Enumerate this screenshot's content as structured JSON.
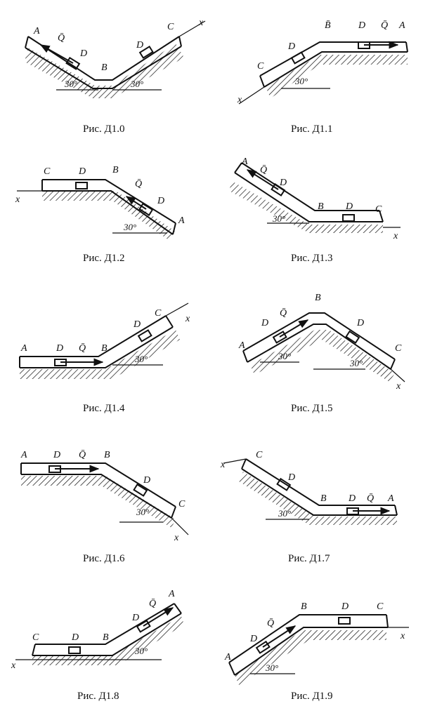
{
  "figures": [
    {
      "caption": "Рис. Д1.0",
      "labels": {
        "A": "A",
        "Q": "Q̄",
        "D1": "D",
        "B": "B",
        "D2": "D",
        "C": "C",
        "X": "x"
      },
      "angles": [
        "30°",
        "30°"
      ]
    },
    {
      "caption": "Рис. Д1.1",
      "labels": {
        "C": "C",
        "D1": "D",
        "B": "B̄",
        "D2": "D",
        "Q": "Q̄",
        "A": "A",
        "X": "x"
      },
      "angles": [
        "30°"
      ]
    },
    {
      "caption": "Рис. Д1.2",
      "labels": {
        "C": "C",
        "D1": "D",
        "B": "B",
        "Q": "Q̄",
        "D2": "D",
        "A": "A",
        "X": "x"
      },
      "angles": [
        "30°"
      ]
    },
    {
      "caption": "Рис. Д1.3",
      "labels": {
        "A": "A",
        "Q": "Q̄",
        "D1": "D",
        "B": "B",
        "D2": "D",
        "C": "C",
        "X": "x"
      },
      "angles": [
        "30°"
      ]
    },
    {
      "caption": "Рис. Д1.4",
      "labels": {
        "A": "A",
        "D1": "D",
        "Q": "Q̄",
        "B": "B",
        "D2": "D",
        "C": "C",
        "X": "x"
      },
      "angles": [
        "30°"
      ]
    },
    {
      "caption": "Рис. Д1.5",
      "labels": {
        "A": "A",
        "D1": "D",
        "Q": "Q̄",
        "B": "B",
        "D2": "D",
        "C": "C",
        "X": "x"
      },
      "angles": [
        "30°",
        "30°"
      ]
    },
    {
      "caption": "Рис. Д1.6",
      "labels": {
        "A": "A",
        "D1": "D",
        "Q": "Q̄",
        "B": "B",
        "D2": "D",
        "C": "C",
        "X": "x"
      },
      "angles": [
        "30°"
      ]
    },
    {
      "caption": "Рис. Д1.7",
      "labels": {
        "C": "C",
        "D1": "D",
        "B": "B",
        "D2": "D",
        "Q": "Q̄",
        "A": "A",
        "X": "x"
      },
      "angles": [
        "30°"
      ]
    },
    {
      "caption": "Рис. Д1.8",
      "labels": {
        "C": "C",
        "D1": "D",
        "B": "B",
        "D2": "D",
        "Q": "Q̄",
        "A": "A",
        "X": "x"
      },
      "angles": [
        "30°"
      ]
    },
    {
      "caption": "Рис. Д1.9",
      "labels": {
        "A": "A",
        "D1": "D",
        "Q": "Q̄",
        "B": "B",
        "D2": "D",
        "C": "C",
        "X": "x"
      },
      "angles": [
        "30°"
      ]
    }
  ]
}
